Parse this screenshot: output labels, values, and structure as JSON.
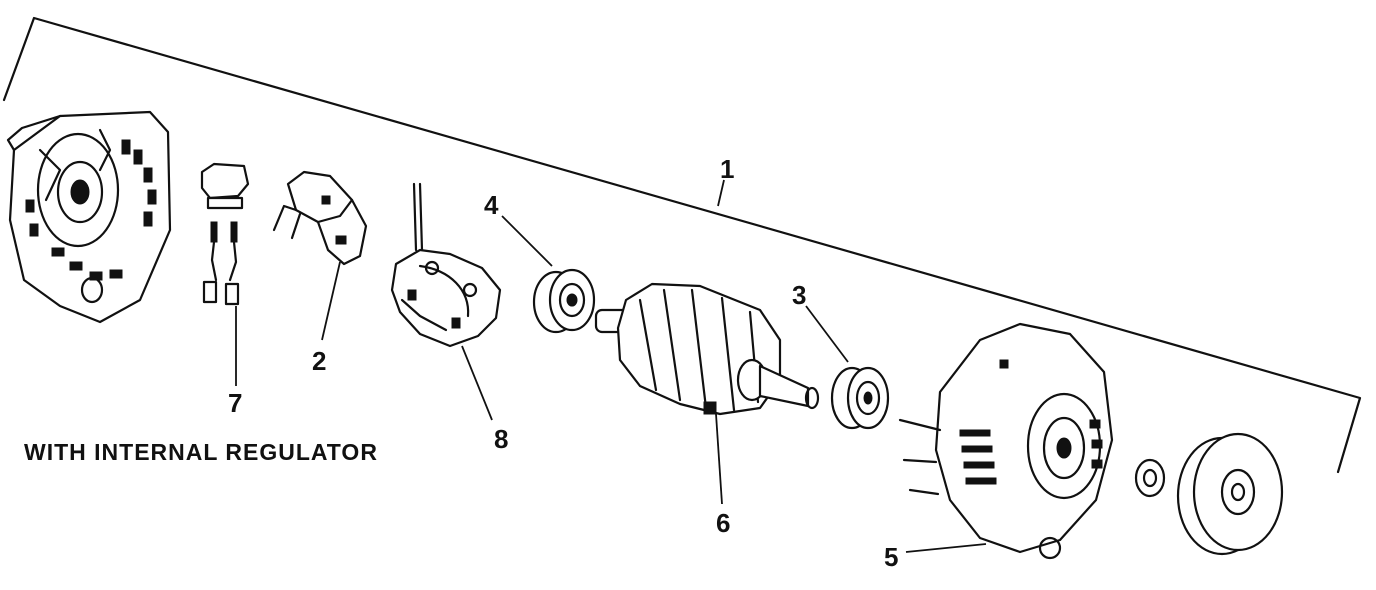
{
  "caption": "WITH INTERNAL REGULATOR",
  "parts": [
    {
      "id": "1",
      "label": "1"
    },
    {
      "id": "2",
      "label": "2"
    },
    {
      "id": "3",
      "label": "3"
    },
    {
      "id": "4",
      "label": "4"
    },
    {
      "id": "5",
      "label": "5"
    },
    {
      "id": "6",
      "label": "6"
    },
    {
      "id": "7",
      "label": "7"
    },
    {
      "id": "8",
      "label": "8"
    }
  ]
}
